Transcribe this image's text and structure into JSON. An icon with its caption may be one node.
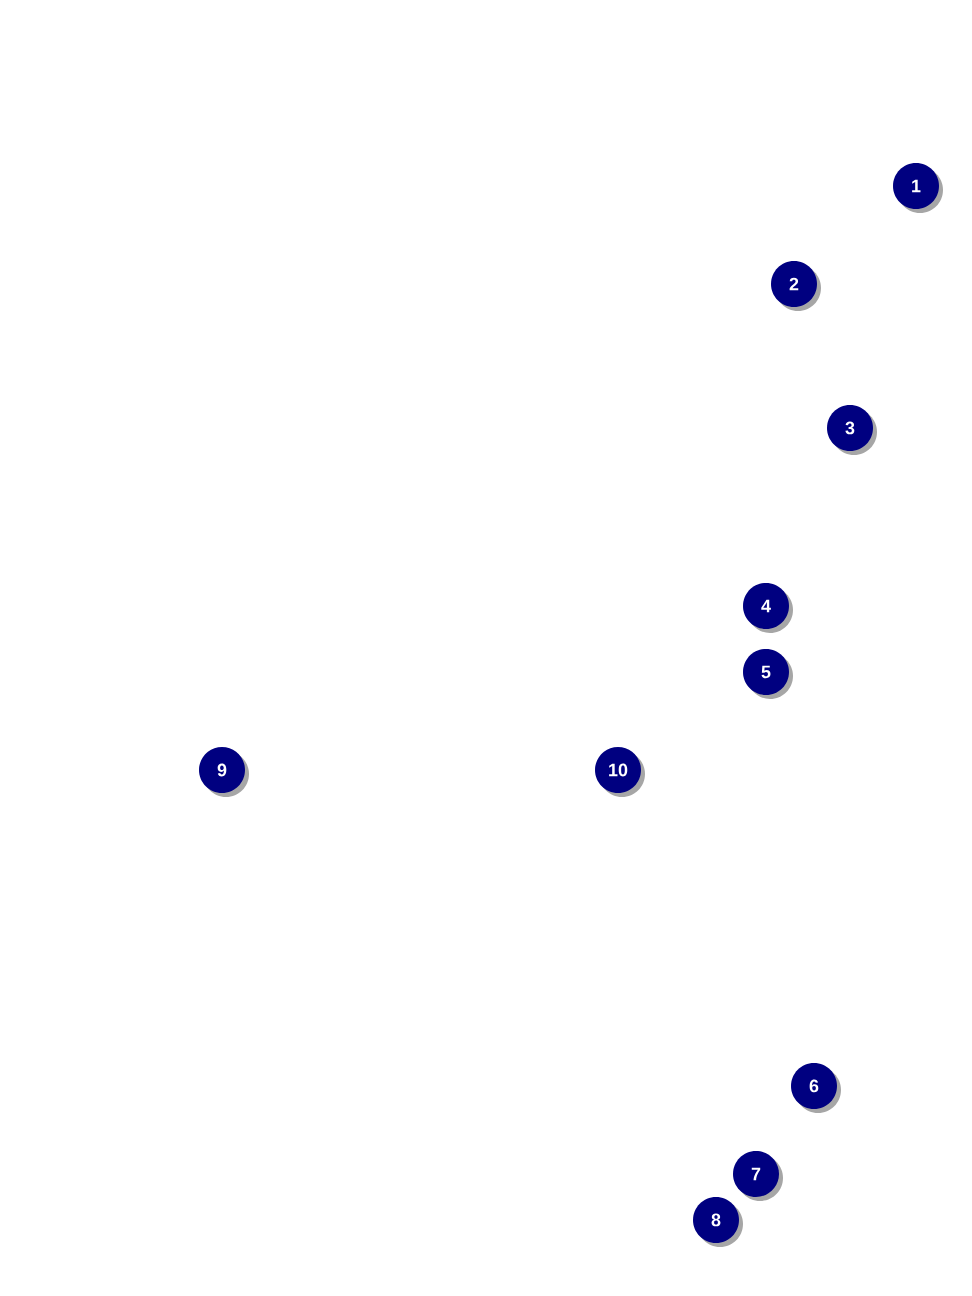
{
  "diagram": {
    "labels": [
      "1",
      "2",
      "3",
      "4",
      "5",
      "9",
      "10",
      "6",
      "7",
      "8"
    ]
  }
}
